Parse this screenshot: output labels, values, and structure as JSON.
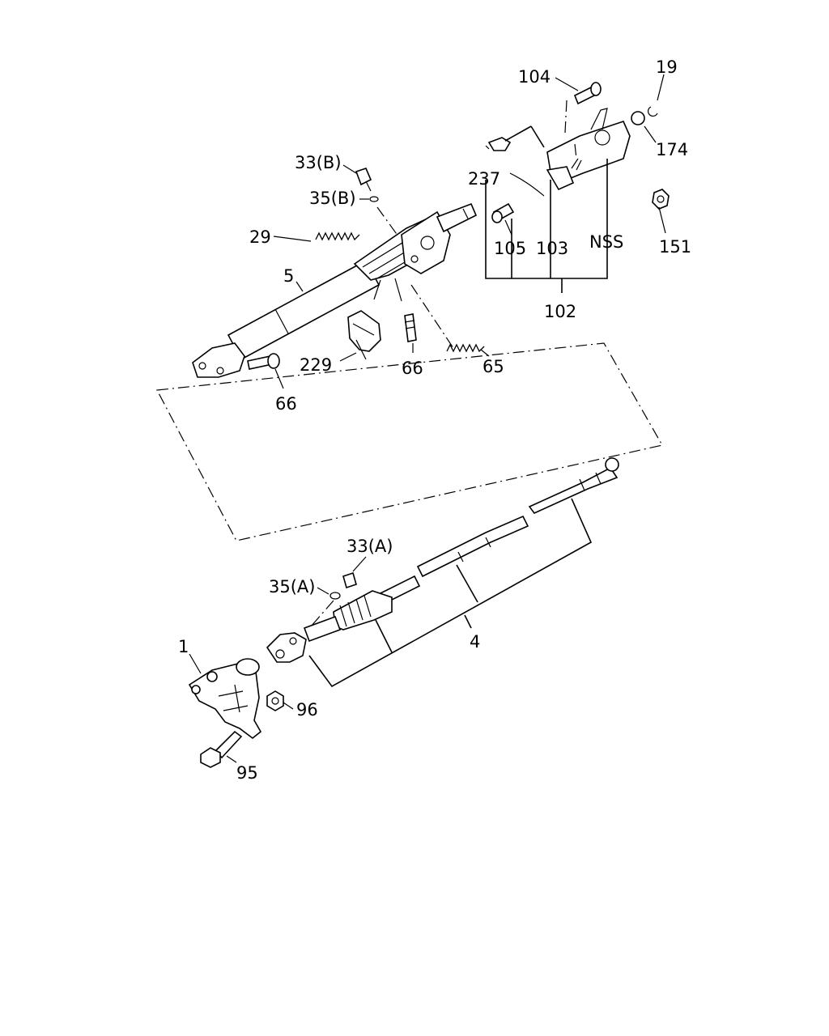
{
  "labels": {
    "p104": "104",
    "p19": "19",
    "p174": "174",
    "p237": "237",
    "p33b": "33(B)",
    "p35b": "35(B)",
    "p29": "29",
    "p5": "5",
    "p105": "105",
    "p103": "103",
    "pNSS": "NSS",
    "p151": "151",
    "p102": "102",
    "p229": "229",
    "p66a": "66",
    "p65": "65",
    "p66b": "66",
    "p33a": "33(A)",
    "p35a": "35(A)",
    "p1": "1",
    "p96": "96",
    "p95": "95",
    "p4": "4"
  }
}
